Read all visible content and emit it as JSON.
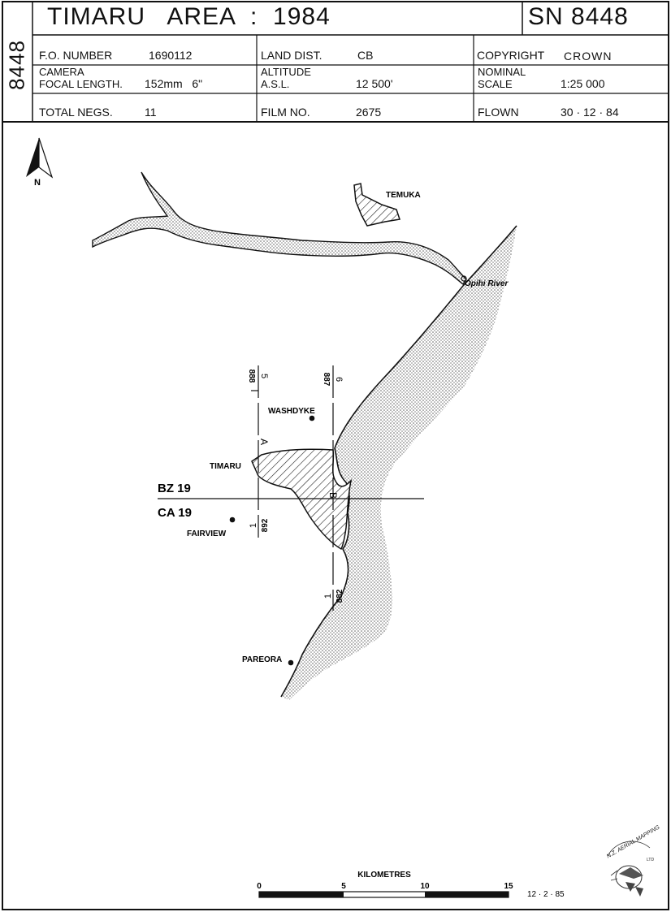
{
  "header": {
    "side_id": "8448",
    "title": "TIMARU   AREA  :  1984",
    "sn": "SN 8448",
    "fo_label": "F.O. NUMBER",
    "fo_value": "1690112",
    "land_label": "LAND DIST.",
    "land_value": "CB",
    "copyright_label": "COPYRIGHT",
    "copyright_value": "CROWN",
    "camera_label": "CAMERA",
    "focal_label": "FOCAL LENGTH.",
    "focal_value": "152mm   6\"",
    "altitude_label": "ALTITUDE",
    "asl_label": "A.S.L.",
    "altitude_value": "12 500'",
    "nominal_label": "NOMINAL",
    "scale_label": "SCALE",
    "scale_value": "1:25 000",
    "negs_label": "TOTAL NEGS.",
    "negs_value": "11",
    "film_label": "FILM NO.",
    "film_value": "2675",
    "flown_label": "FLOWN",
    "flown_value": "30 · 12 · 84"
  },
  "map": {
    "north_label": "N",
    "places": {
      "temuka": "TEMUKA",
      "opihi": "Opihi River",
      "washdyke": "WASHDYKE",
      "timaru": "TIMARU",
      "fairview": "FAIRVIEW",
      "pareora": "PAREORA"
    },
    "grid": {
      "bz": "BZ 19",
      "ca": "CA 19"
    },
    "flight_lines": {
      "run_a_top": "5",
      "run_a_top_neg": "888",
      "run_a_letter": "A",
      "run_a_bottom": "1",
      "run_a_bottom_neg": "892",
      "run_b_top": "6",
      "run_b_top_neg": "887",
      "run_b_letter": "B",
      "run_b_bottom": "1",
      "run_b_bottom_neg": "882"
    }
  },
  "scalebar": {
    "title": "KILOMETRES",
    "ticks": [
      "0",
      "5",
      "10",
      "15"
    ],
    "date": "12 · 2 · 85"
  },
  "seal": {
    "text": "N.Z. AERIAL MAPPING LTD"
  }
}
